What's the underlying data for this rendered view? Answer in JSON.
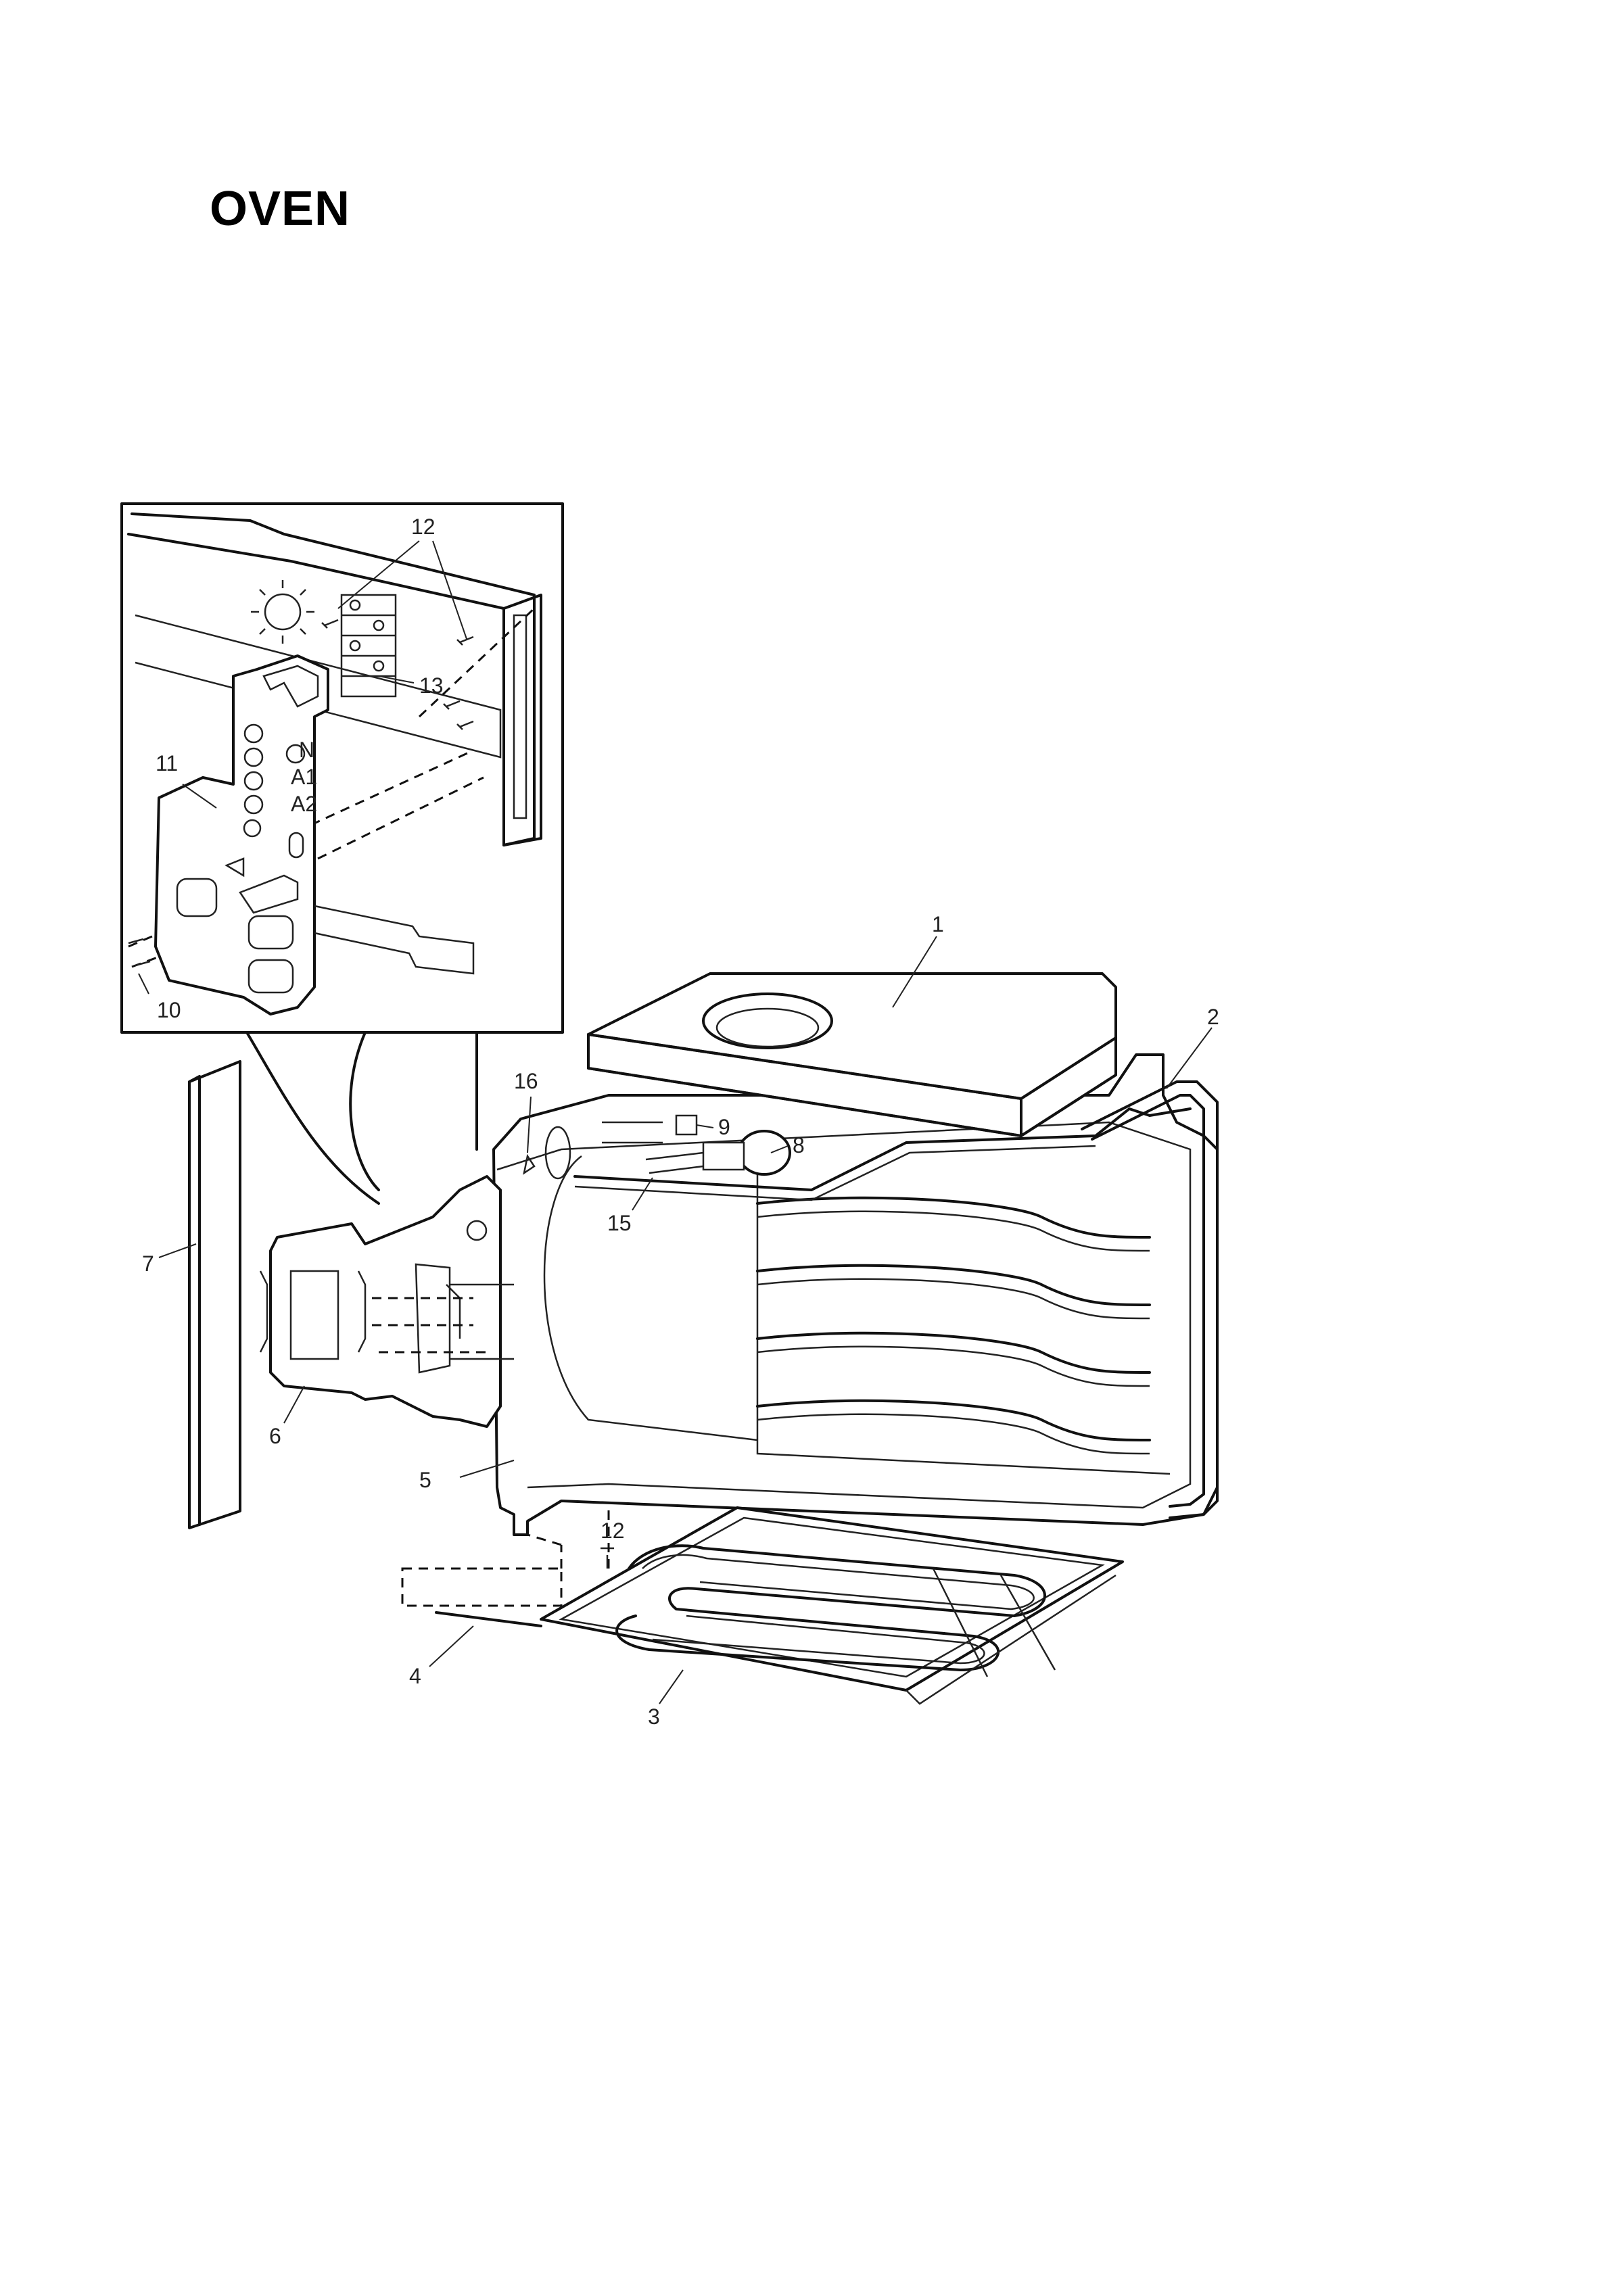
{
  "title": "OVEN",
  "callouts": {
    "c1": "1",
    "c2": "2",
    "c3": "3",
    "c4": "4",
    "c5": "5",
    "c6": "6",
    "c7": "7",
    "c8": "8",
    "c9": "9",
    "c10": "10",
    "c11": "11",
    "c12_inset": "12",
    "c12_bottom": "12",
    "c13": "13",
    "c15": "15",
    "c16": "16"
  },
  "terminal_labels": {
    "n": "N",
    "a1": "A1",
    "a2": "A2"
  }
}
